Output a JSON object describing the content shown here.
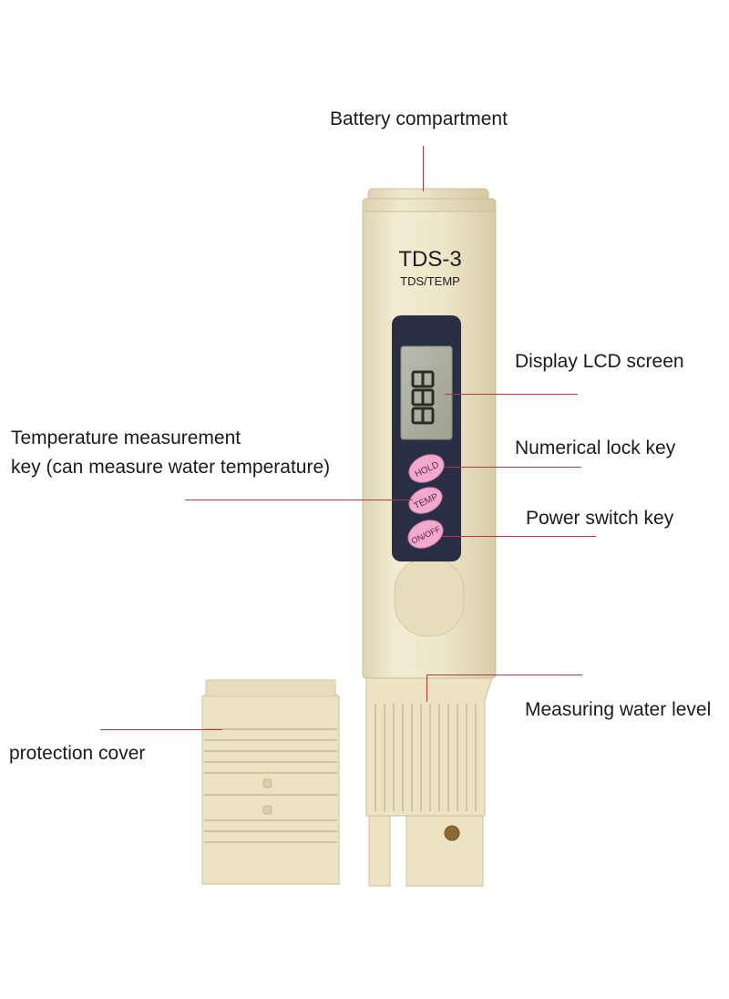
{
  "device": {
    "model": "TDS-3",
    "subtitle": "TDS/TEMP",
    "buttons": {
      "hold": "HOLD",
      "temp": "TEMP",
      "onoff": "ON/OFF"
    }
  },
  "labels": {
    "battery": "Battery compartment",
    "display": "Display LCD screen",
    "temperature_line1": "Temperature measurement",
    "temperature_line2": "key (can measure water temperature)",
    "numerical_lock": "Numerical lock key",
    "power_switch": "Power switch key",
    "measuring": "Measuring water level",
    "protection": "protection cover"
  },
  "colors": {
    "body": "#ece4c6",
    "leader": "#b23a3a",
    "button": "#f2a8cf",
    "lcd_panel": "#2b2f45"
  }
}
